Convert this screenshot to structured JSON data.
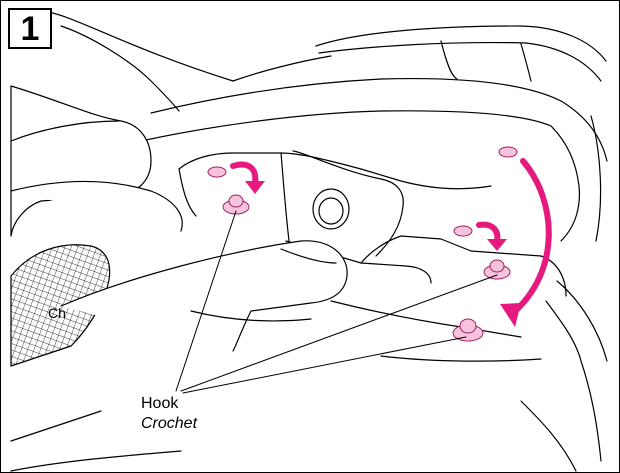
{
  "figure": {
    "step_number": "1",
    "labels": {
      "hook": "Hook",
      "crochet": "Crochet",
      "glove_partial": "Ch"
    },
    "colors": {
      "accent_arrow": "#e6197f",
      "clip_fill": "#f6c3dc",
      "clip_outline": "#a0205e",
      "line": "#000000",
      "background": "#ffffff"
    },
    "icons": [
      "curved-arrow-icon",
      "hook-clip-icon",
      "hand-icon",
      "glove-mesh-icon"
    ]
  }
}
